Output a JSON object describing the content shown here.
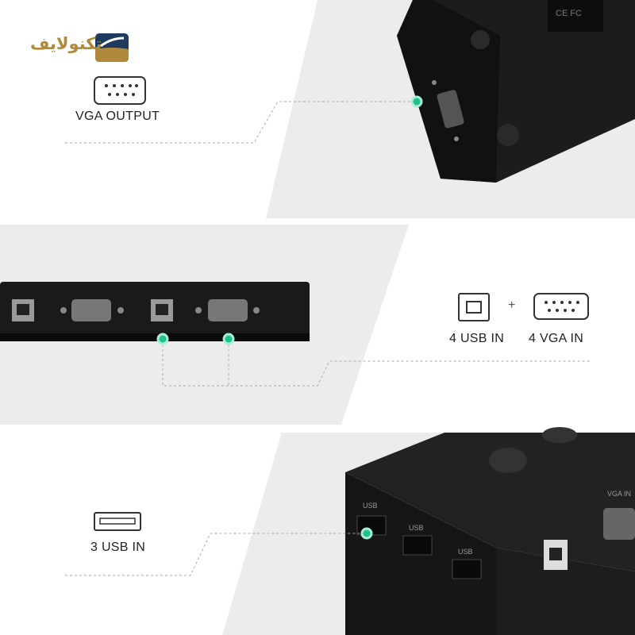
{
  "brand": {
    "logo_text": "تکنولایف"
  },
  "sections": [
    {
      "label": "VGA OUTPUT",
      "icon": "vga-port-icon"
    },
    {
      "label_usb": "4 USB IN",
      "plus": "+",
      "label_vga": "4 VGA IN",
      "icons": [
        "usb-b-port-icon",
        "vga-port-icon"
      ]
    },
    {
      "label": "3 USB IN",
      "icon": "usb-a-port-icon"
    }
  ],
  "device_text": {
    "usb": "USB",
    "vga_in": "VGA IN",
    "ce": "CE FC"
  },
  "colors": {
    "accent": "#1fc08a",
    "device": "#1a1a1a",
    "background_panel": "#ececec",
    "logo_blue": "#1f3a5f",
    "logo_gold": "#b08a3a"
  }
}
